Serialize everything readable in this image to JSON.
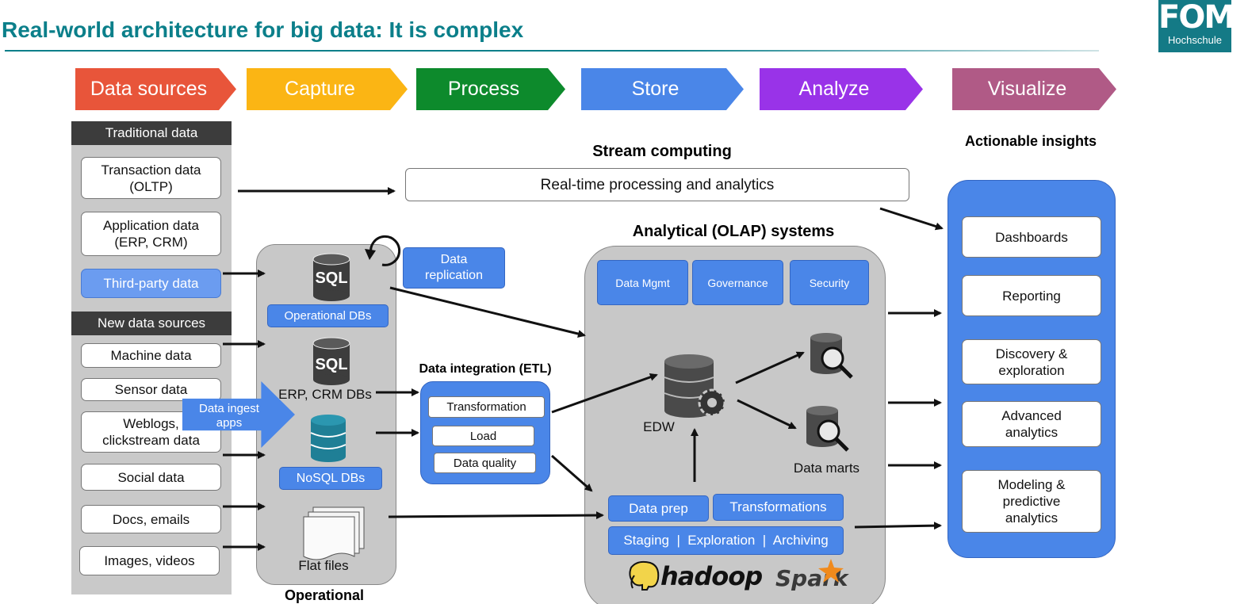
{
  "title": "Real-world architecture for big data: It is complex",
  "logo": {
    "line1": "FOM",
    "line2": "Hochschule"
  },
  "stages": [
    {
      "label": "Data sources",
      "color": "#e8553a"
    },
    {
      "label": "Capture",
      "color": "#fbb514"
    },
    {
      "label": "Process",
      "color": "#0d8a2c"
    },
    {
      "label": "Store",
      "color": "#4a86e8"
    },
    {
      "label": "Analyze",
      "color": "#9933e8"
    },
    {
      "label": "Visualize",
      "color": "#b05a86"
    }
  ],
  "sources": {
    "traditional_header": "Traditional data",
    "transaction": [
      "Transaction data",
      "(OLTP)"
    ],
    "application": [
      "Application data",
      "(ERP, CRM)"
    ],
    "third_party": "Third-party data",
    "new_header": "New data sources",
    "machine": "Machine data",
    "sensor": "Sensor data",
    "weblogs": [
      "Weblogs,",
      "clickstream data"
    ],
    "social": "Social data",
    "docs": "Docs, emails",
    "images": "Images, videos"
  },
  "ingest": [
    "Data ingest",
    "apps"
  ],
  "stream": {
    "heading": "Stream computing",
    "box": "Real-time processing and analytics"
  },
  "operational": {
    "sql1": "SQL",
    "operational_dbs": "Operational DBs",
    "replication": [
      "Data",
      "replication"
    ],
    "sql2": "SQL",
    "erp_crm": "ERP, CRM DBs",
    "nosql": "NoSQL DBs",
    "flat_files": "Flat files",
    "footer": "Operational"
  },
  "etl": {
    "heading": "Data integration (ETL)",
    "transformation": "Transformation",
    "load": "Load",
    "quality": "Data quality"
  },
  "olap": {
    "heading": "Analytical (OLAP) systems",
    "data_mgmt": "Data Mgmt",
    "governance": "Governance",
    "security": "Security",
    "edw": "EDW",
    "data_marts": "Data marts",
    "data_prep": "Data prep",
    "transformations": "Transformations",
    "staging_row": "Staging  |  Exploration  |  Archiving",
    "hadoop": "hadoop",
    "spark": "Spark"
  },
  "insights": {
    "heading": "Actionable insights",
    "dashboards": "Dashboards",
    "reporting": "Reporting",
    "discovery": [
      "Discovery &",
      "exploration"
    ],
    "advanced": [
      "Advanced",
      "analytics"
    ],
    "modeling": [
      "Modeling &",
      "predictive",
      "analytics"
    ]
  }
}
